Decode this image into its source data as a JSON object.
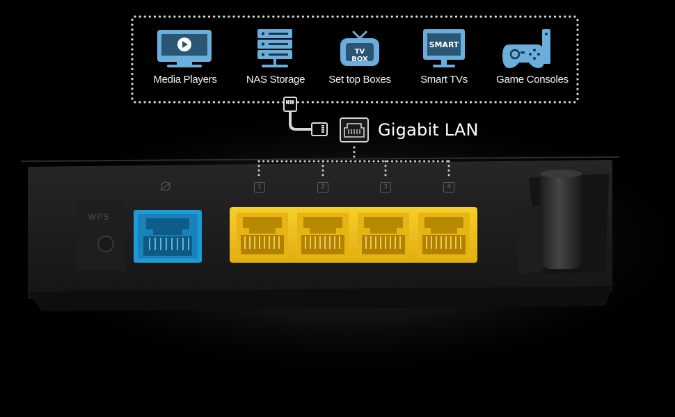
{
  "devices": [
    {
      "label": "Media Players",
      "icon": "media-player-icon"
    },
    {
      "label": "NAS Storage",
      "icon": "nas-storage-icon"
    },
    {
      "label": "Set top Boxes",
      "icon": "tv-box-icon",
      "icon_text": "TV BOX"
    },
    {
      "label": "Smart TVs",
      "icon": "smart-tv-icon",
      "icon_text": "SMART"
    },
    {
      "label": "Game Consoles",
      "icon": "game-console-icon"
    }
  ],
  "lan": {
    "title": "Gigabit LAN",
    "icon": "ethernet-port-icon"
  },
  "router": {
    "wps_label": "WPS",
    "wan_icon": "globe-icon",
    "lan_ports": [
      "1",
      "2",
      "3",
      "4"
    ],
    "colors": {
      "wan": "#1e9ad6",
      "lan": "#f2c21b",
      "icon_blue": "#6aaedc"
    }
  }
}
